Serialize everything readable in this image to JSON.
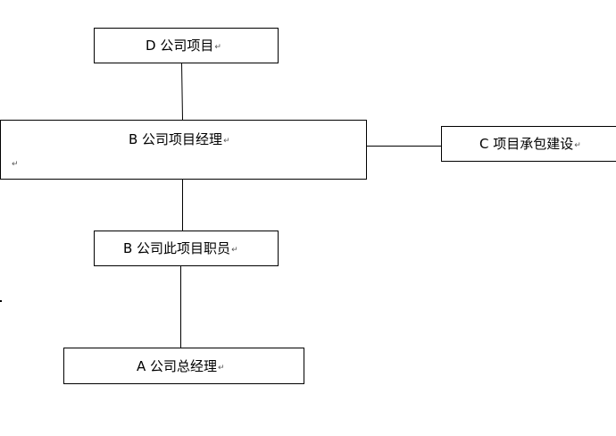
{
  "diagram": {
    "paragraph_mark": "↵",
    "nodes": {
      "d": {
        "label": "D 公司项目"
      },
      "b_manager": {
        "label": "B 公司项目经理"
      },
      "c": {
        "label": "C 项目承包建设"
      },
      "b_staff": {
        "label": "B 公司此项目职员"
      },
      "a": {
        "label": "A 公司总经理"
      }
    }
  }
}
